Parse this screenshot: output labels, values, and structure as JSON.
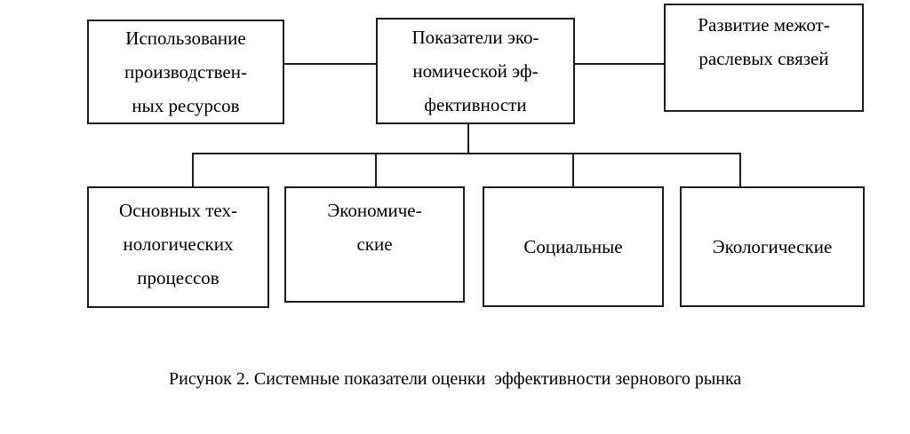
{
  "figure": {
    "caption": "Рисунок 2. Системные показатели оценки  эффективности зернового рынка",
    "colors": {
      "line": "#1d1d1d",
      "background": "#ffffff",
      "text": "#000000"
    },
    "boxes": {
      "top": [
        {
          "id": "production-resources",
          "lines": [
            "Использование",
            "производствен-",
            "ных ресурсов"
          ]
        },
        {
          "id": "economic-efficiency-indicators",
          "lines": [
            "Показатели эко-",
            "номической эф-",
            "фективности"
          ]
        },
        {
          "id": "intersectoral-relations",
          "lines": [
            "Развитие межот-",
            "раслевых связей"
          ]
        }
      ],
      "bottom": [
        {
          "id": "main-technological-processes",
          "lines": [
            "Основных тех-",
            "нологических",
            "процессов"
          ]
        },
        {
          "id": "economic",
          "lines": [
            "Экономиче-",
            "ские"
          ]
        },
        {
          "id": "social",
          "lines": [
            "Социальные"
          ]
        },
        {
          "id": "ecological",
          "lines": [
            "Экологические"
          ]
        }
      ]
    }
  }
}
